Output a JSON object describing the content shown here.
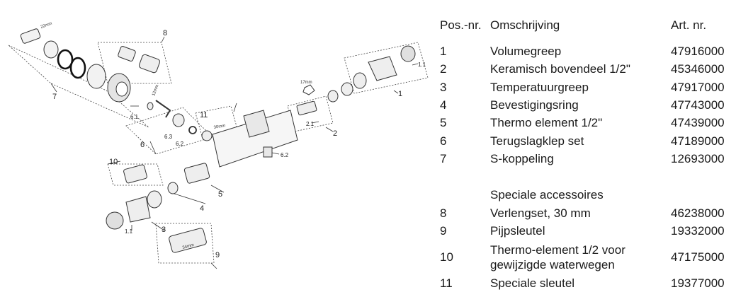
{
  "diagram": {
    "callouts": [
      "8",
      "7",
      "6.1",
      "6.3",
      "6.2",
      "6",
      "11",
      "10",
      "4",
      "5",
      "1.1",
      "3",
      "9",
      "1",
      "1.1",
      "2.1",
      "2",
      "6.2"
    ],
    "dimensions": {
      "d22": "22mm",
      "d12": "12mm",
      "d17": "17mm",
      "d30": "30mm",
      "d34": "34mm"
    }
  },
  "table": {
    "headers": {
      "pos": "Pos.-nr.",
      "desc": "Omschrijving",
      "art": "Art. nr."
    },
    "rows": [
      {
        "pos": "1",
        "desc": "Volumegreep",
        "art": "47916000"
      },
      {
        "pos": "2",
        "desc": "Keramisch bovendeel 1/2\"",
        "art": "45346000"
      },
      {
        "pos": "3",
        "desc": "Temperatuurgreep",
        "art": "47917000"
      },
      {
        "pos": "4",
        "desc": "Bevestigingsring",
        "art": "47743000"
      },
      {
        "pos": "5",
        "desc": "Thermo element 1/2\"",
        "art": "47439000"
      },
      {
        "pos": "6",
        "desc": "Terugslagklep set",
        "art": "47189000"
      },
      {
        "pos": "7",
        "desc": "S-koppeling",
        "art": "12693000"
      }
    ],
    "section_title": "Speciale accessoires",
    "accessory_rows": [
      {
        "pos": "8",
        "desc": "Verlengset, 30 mm",
        "art": "46238000"
      },
      {
        "pos": "9",
        "desc": "Pijpsleutel",
        "art": "19332000"
      },
      {
        "pos": "10",
        "desc": "Thermo-element 1/2 voor gewijzigde waterwegen",
        "art": "47175000"
      },
      {
        "pos": "11",
        "desc": "Speciale sleutel",
        "art": "19377000"
      }
    ]
  }
}
